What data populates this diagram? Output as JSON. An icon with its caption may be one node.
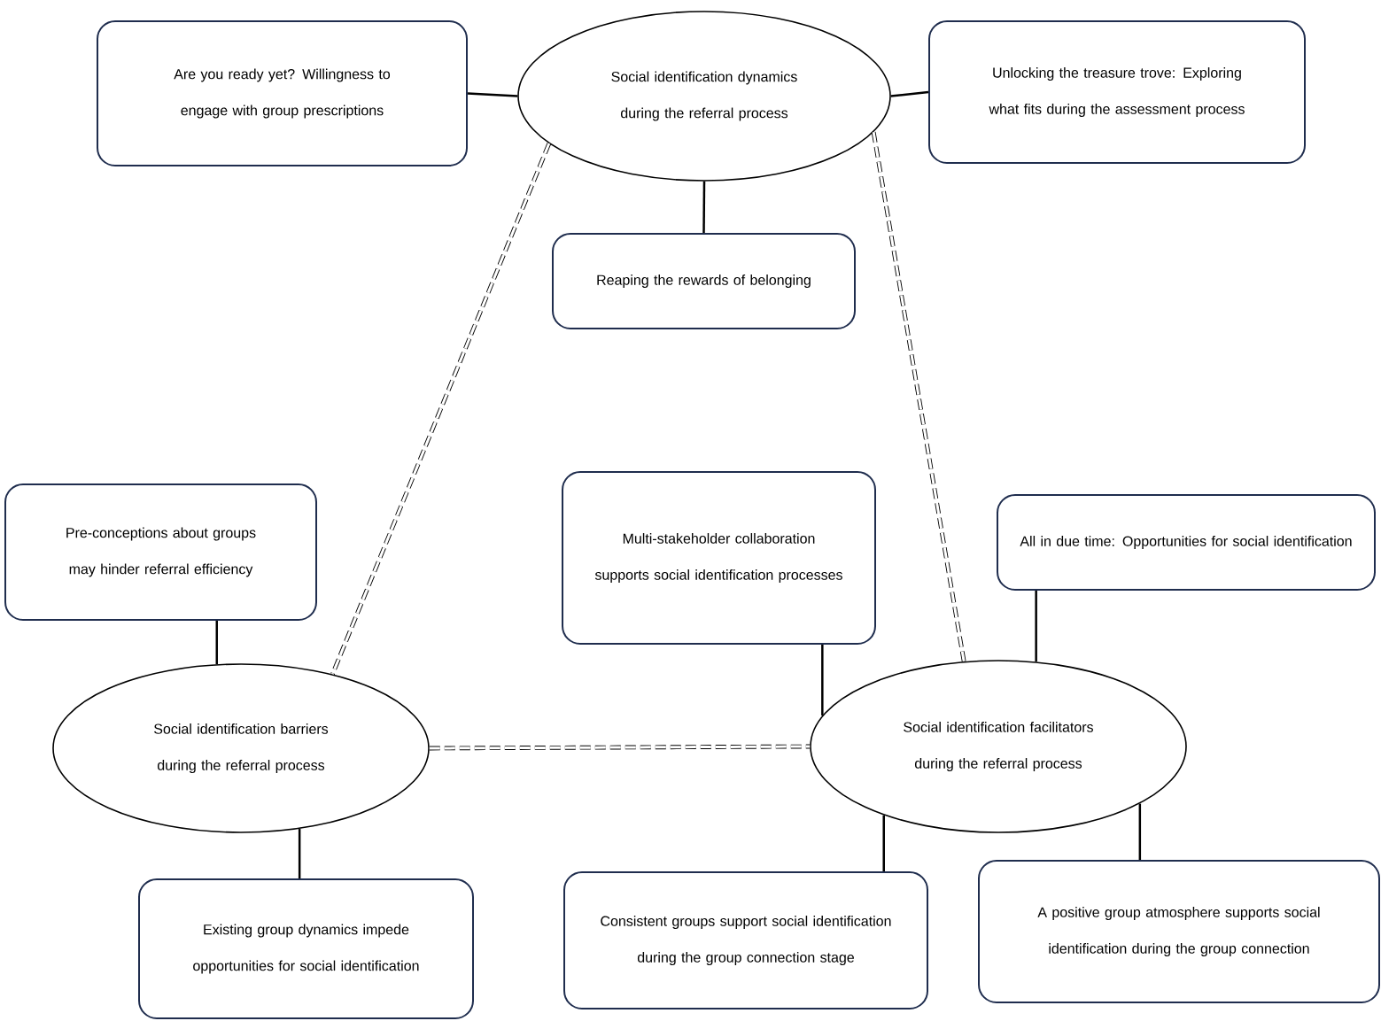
{
  "diagram": {
    "nodes": [
      {
        "text": [
          "Social identification dynamics during the referral process"
        ]
      },
      {
        "text": [
          "Are you ready yet? Willingness to engage with group prescriptions"
        ]
      },
      {
        "text": [
          "Unlocking the treasure trove: Exploring what fits during the assessment process"
        ]
      },
      {
        "text": [
          "Reaping the rewards of belonging"
        ]
      },
      {
        "text": [
          "Pre-conceptions about groups may hinder referral efficiency"
        ]
      },
      {
        "text": [
          "Multi-stakeholder collaboration supports social identification processes"
        ]
      },
      {
        "text": [
          "All in due time: Opportunities for social identification"
        ]
      },
      {
        "text": [
          "Social identification barriers during the referral process"
        ]
      },
      {
        "text": [
          "Social identification facilitators during the referral process"
        ]
      },
      {
        "text": [
          "Existing group dynamics impede opportunities for social identification"
        ]
      },
      {
        "text": [
          "Consistent groups support social identification during the group connection stage"
        ]
      },
      {
        "text": [
          "A positive group atmosphere supports social identification during the group connection"
        ]
      }
    ],
    "edges": [
      {
        "from": 0,
        "to": 1,
        "arrow": "none"
      },
      {
        "from": 0,
        "to": 2,
        "arrow": "none"
      },
      {
        "from": 0,
        "to": 3,
        "arrow": "none"
      },
      {
        "from": 0,
        "to": 7,
        "arrow": "none",
        "style": "dashed"
      },
      {
        "from": 0,
        "to": 8,
        "arrow": "none",
        "style": "dashed"
      },
      {
        "from": 7,
        "to": 8,
        "arrow": "none",
        "style": "dashed"
      },
      {
        "from": 4,
        "to": 7,
        "arrow": "none"
      },
      {
        "from": 7,
        "to": 9,
        "arrow": "none"
      },
      {
        "from": 5,
        "to": 8,
        "arrow": "none"
      },
      {
        "from": 6,
        "to": 8,
        "arrow": "none"
      },
      {
        "from": 8,
        "to": 10,
        "arrow": "none"
      },
      {
        "from": 8,
        "to": 11,
        "arrow": "none"
      }
    ]
  }
}
